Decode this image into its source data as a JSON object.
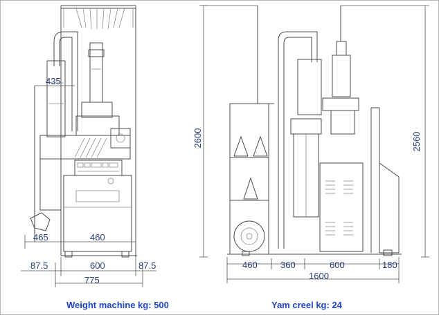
{
  "dimensions": {
    "front_top_width": "435",
    "front_height": "2600",
    "front_lower_left": "465",
    "front_base_inner": "460",
    "front_margin_left": "87.5",
    "front_base_width": "600",
    "front_margin_right": "87.5",
    "front_total_width": "775",
    "side_creel_depth": "460",
    "side_gap": "360",
    "side_machine_depth": "600",
    "side_panel_depth": "180",
    "side_total_depth": "1600",
    "side_machine_height": "2560"
  },
  "captions": {
    "weight_label": "Weight machine kg:",
    "weight_value": "500",
    "creel_label": "Yam creel kg:",
    "creel_value": "24"
  },
  "colors": {
    "dimension_text": "#2a3d7a",
    "caption_text": "#1f44c2",
    "line": "#4a4a4a"
  }
}
